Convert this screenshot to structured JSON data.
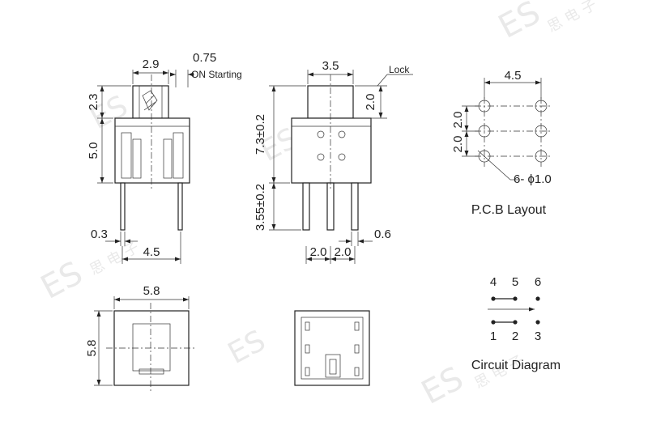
{
  "front_view": {
    "dim_top_width": "2.9",
    "dim_offset": "0.75",
    "on_starting": "ON Starting",
    "dim_button_height": "2.3",
    "dim_body_height": "5.0",
    "dim_pin_width": "0.3",
    "dim_pin_pitch": "4.5"
  },
  "side_view": {
    "dim_button_width": "3.5",
    "lock_label": "Lock",
    "dim_lock": "2.0",
    "dim_body_height": "7.3±0.2",
    "dim_pin_length": "3.55±0.2",
    "dim_pin_width": "0.6",
    "dim_pitch_1": "2.0",
    "dim_pitch_2": "2.0"
  },
  "top_view": {
    "dim_width": "5.8",
    "dim_height": "5.8"
  },
  "pcb_layout": {
    "dim_row_spacing": "4.5",
    "dim_pitch_1": "2.0",
    "dim_pitch_2": "2.0",
    "hole_note": "6- ϕ1.0",
    "caption": "P.C.B Layout"
  },
  "circuit_diagram": {
    "top_pins": [
      "4",
      "5",
      "6"
    ],
    "bottom_pins": [
      "1",
      "2",
      "3"
    ],
    "caption": "Circuit Diagram"
  },
  "watermark": {
    "text": "ES",
    "chinese": "思 电 子"
  }
}
